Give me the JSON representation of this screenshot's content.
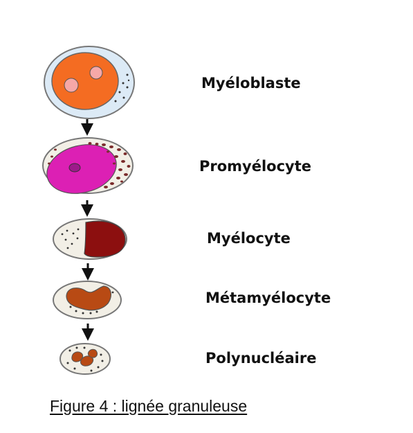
{
  "stages": [
    {
      "label": "Myéloblaste"
    },
    {
      "label": "Promyélocyte"
    },
    {
      "label": "Myélocyte"
    },
    {
      "label": "Métamyélocyte"
    },
    {
      "label": "Polynucléaire"
    }
  ],
  "caption": "Figure 4 : lignée granuleuse",
  "colors": {
    "myeloblast_nucleus": "#f46c22",
    "myeloblast_cytoplasm": "#dceaf6",
    "nucleoli": "#f6a8a8",
    "promyelocyte_nucleus": "#dc20b4",
    "granules": "#7a2b2b",
    "myelocyte_nucleus": "#8c0f0f",
    "metamyelocyte_nucleus": "#b84a14",
    "cell_cytoplasm": "#f2efe6"
  }
}
